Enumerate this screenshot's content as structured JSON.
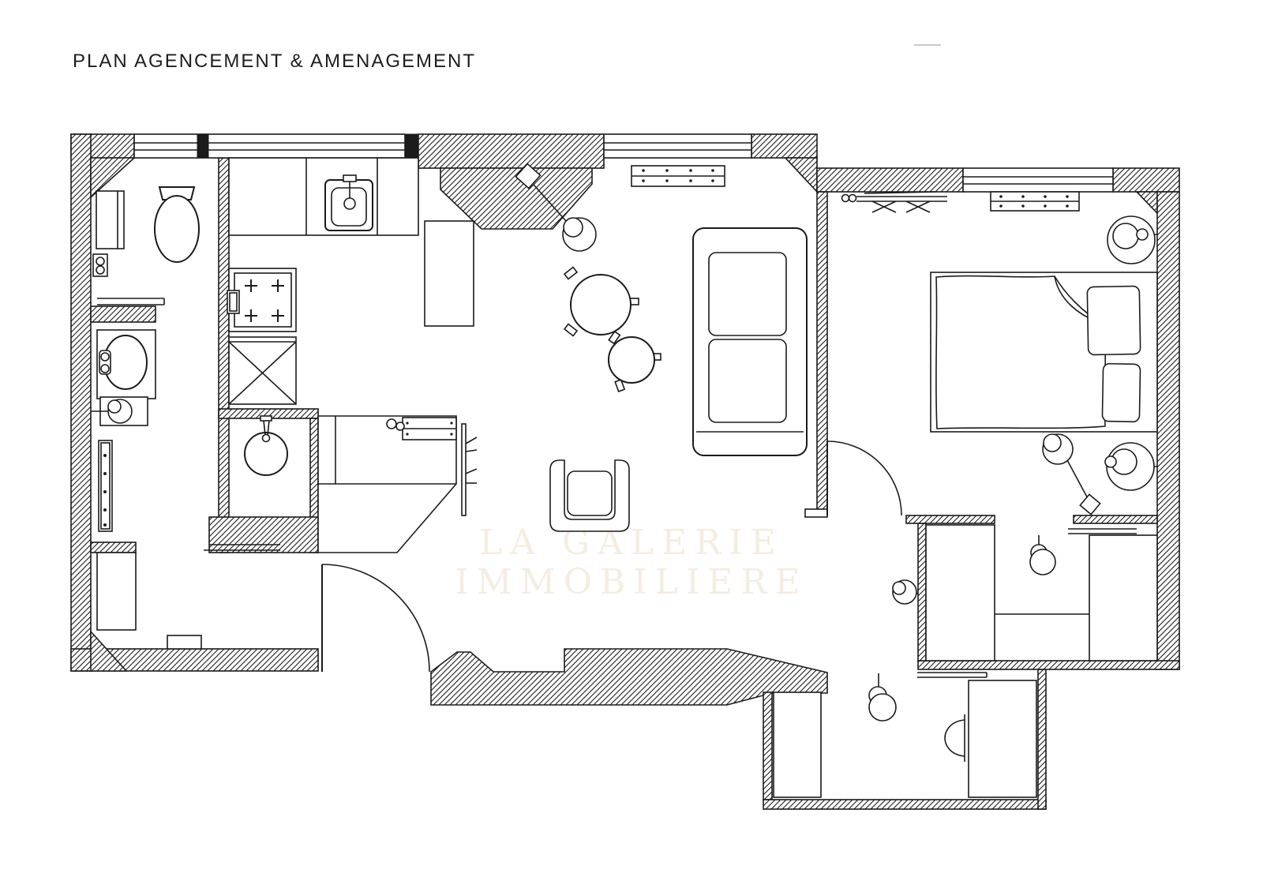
{
  "page": {
    "title": "PLAN AGENCEMENT & AMENAGEMENT",
    "background": "#ffffff",
    "ink_color": "#1b1b1b"
  },
  "watermark": {
    "line1": "LA GALERIE",
    "line2": "IMMOBILIERE",
    "color": "#f4ede1"
  },
  "plan": {
    "type": "apartment-floor-plan",
    "wall_style": "diagonal-hatch",
    "symbols": [
      "toilet",
      "wall-cabinet",
      "light-switch",
      "washbasin",
      "mirror",
      "wall-lamp",
      "towel-radiator",
      "low-cabinet",
      "kitchen-sink",
      "stove-4-burners",
      "oven",
      "washing-machine",
      "tall-unit",
      "kitchen-peninsula",
      "drawer-unit",
      "towel-bar",
      "round-basin",
      "entry-door",
      "pendant-wall-lamp",
      "radiator",
      "coffee-table-large",
      "coffee-table-small",
      "sofa",
      "armchair",
      "drying-rack",
      "double-bed",
      "duvet",
      "pillow",
      "bedside-lamp",
      "bedroom-door",
      "wardrobe",
      "shelf",
      "pendant-lamp",
      "desk",
      "desk-chair",
      "office-cabinet"
    ]
  }
}
